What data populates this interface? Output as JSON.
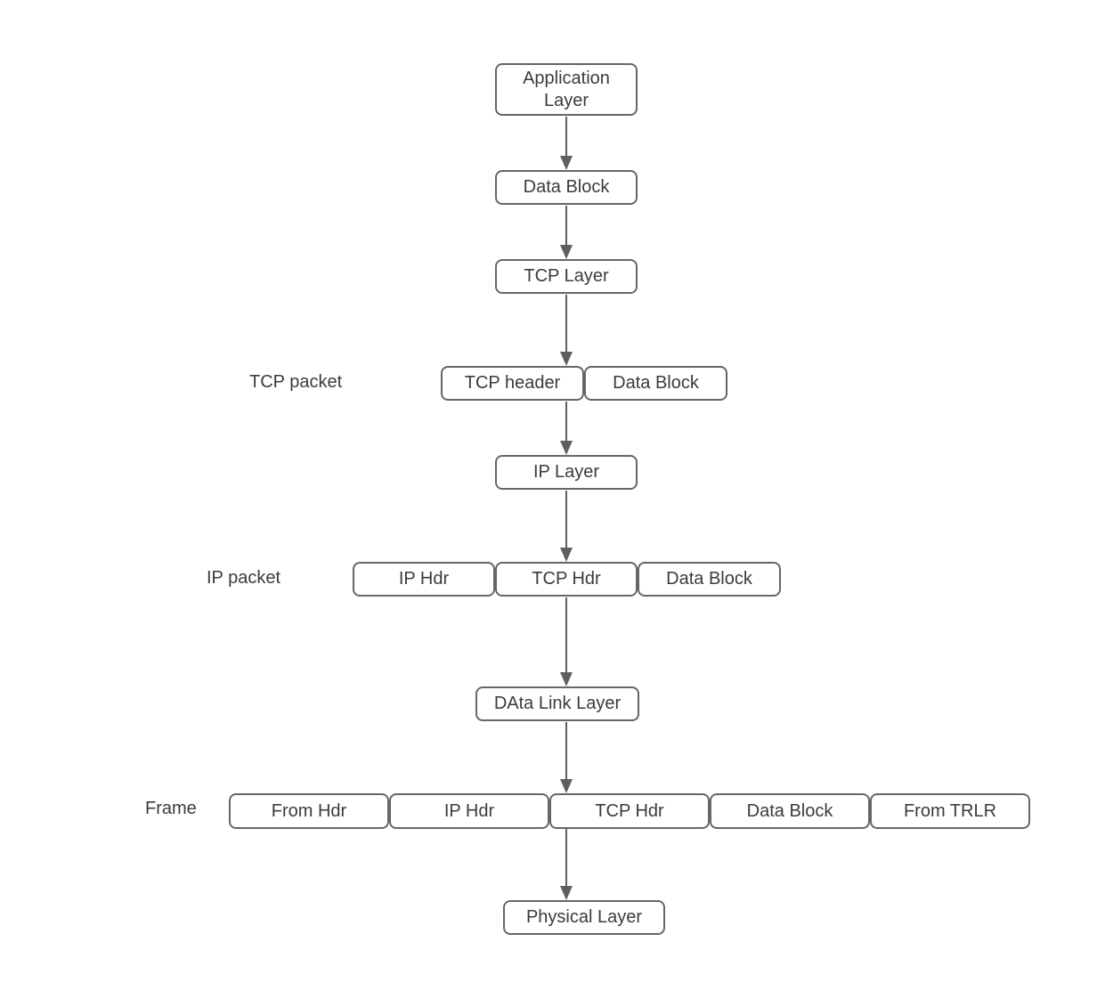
{
  "diagram": {
    "type": "flowchart",
    "description": "TCP/IP data encapsulation flow from Application Layer to Physical Layer",
    "nodes": {
      "application_layer": "Application Layer",
      "data_block": "Data Block",
      "tcp_layer": "TCP Layer",
      "tcp_packet_row": {
        "tcp_header": "TCP header",
        "data_block": "Data Block"
      },
      "ip_layer": "IP Layer",
      "ip_packet_row": {
        "ip_hdr": "IP Hdr",
        "tcp_hdr": "TCP Hdr",
        "data_block": "Data Block"
      },
      "data_link_layer": "DAta Link Layer",
      "frame_row": {
        "from_hdr": "From Hdr",
        "ip_hdr": "IP Hdr",
        "tcp_hdr": "TCP Hdr",
        "data_block": "Data Block",
        "from_trlr": "From TRLR"
      },
      "physical_layer": "Physical Layer"
    },
    "row_labels": {
      "tcp_packet": "TCP packet",
      "ip_packet": "IP packet",
      "frame": "Frame"
    },
    "colors": {
      "box_border": "#666666",
      "box_fill": "#ffffff",
      "text": "#3b3b3b",
      "arrow": "#5f5f5f",
      "background": "#ffffff"
    }
  }
}
